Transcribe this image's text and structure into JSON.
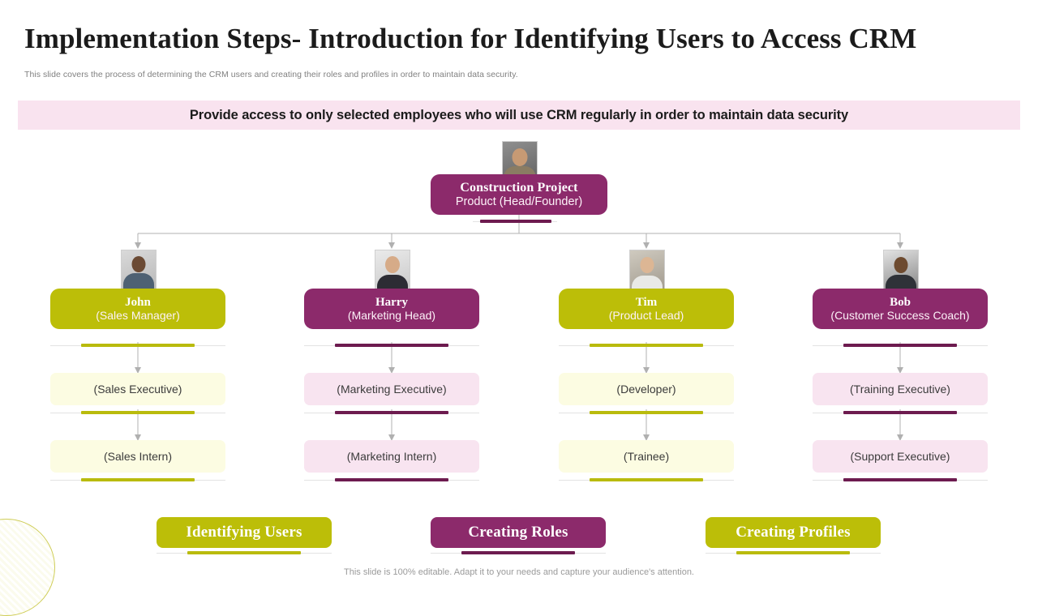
{
  "header": {
    "title": "Implementation Steps- Introduction for Identifying Users to Access CRM",
    "subtitle": "This slide covers the process of determining the CRM users and creating their roles and profiles in order to maintain data security."
  },
  "banner": {
    "text": "Provide access to only selected employees who will use CRM regularly in order to maintain data security"
  },
  "org_chart": {
    "root": {
      "name": "Construction Project",
      "role": "Product (Head/Founder)",
      "color": "#8c2a6b"
    },
    "branches": [
      {
        "name": "John",
        "role": "(Sales Manager)",
        "color": "#bcbe08",
        "accent": "#b9bb0d",
        "sub_color": "#fcfce2",
        "children": [
          "(Sales Executive)",
          "(Sales Intern)"
        ]
      },
      {
        "name": "Harry",
        "role": "(Marketing Head)",
        "color": "#8c2a6b",
        "accent": "#6d1b4f",
        "sub_color": "#f8e4f0",
        "children": [
          "(Marketing Executive)",
          "(Marketing Intern)"
        ]
      },
      {
        "name": "Tim",
        "role": "(Product Lead)",
        "color": "#bcbe08",
        "accent": "#b9bb0d",
        "sub_color": "#fcfce2",
        "children": [
          "(Developer)",
          "(Trainee)"
        ]
      },
      {
        "name": "Bob",
        "role": "(Customer Success Coach)",
        "color": "#8c2a6b",
        "accent": "#6d1b4f",
        "sub_color": "#f8e4f0",
        "children": [
          "(Training Executive)",
          "(Support Executive)"
        ]
      }
    ]
  },
  "steps": [
    {
      "label": "Identifying Users",
      "color": "#bcbe08",
      "accent": "#b9bb0d"
    },
    {
      "label": "Creating Roles",
      "color": "#8c2a6b",
      "accent": "#6d1b4f"
    },
    {
      "label": "Creating Profiles",
      "color": "#bcbe08",
      "accent": "#b9bb0d"
    }
  ],
  "footer": {
    "note": "This slide is 100% editable. Adapt it to your needs and capture your audience's attention."
  }
}
